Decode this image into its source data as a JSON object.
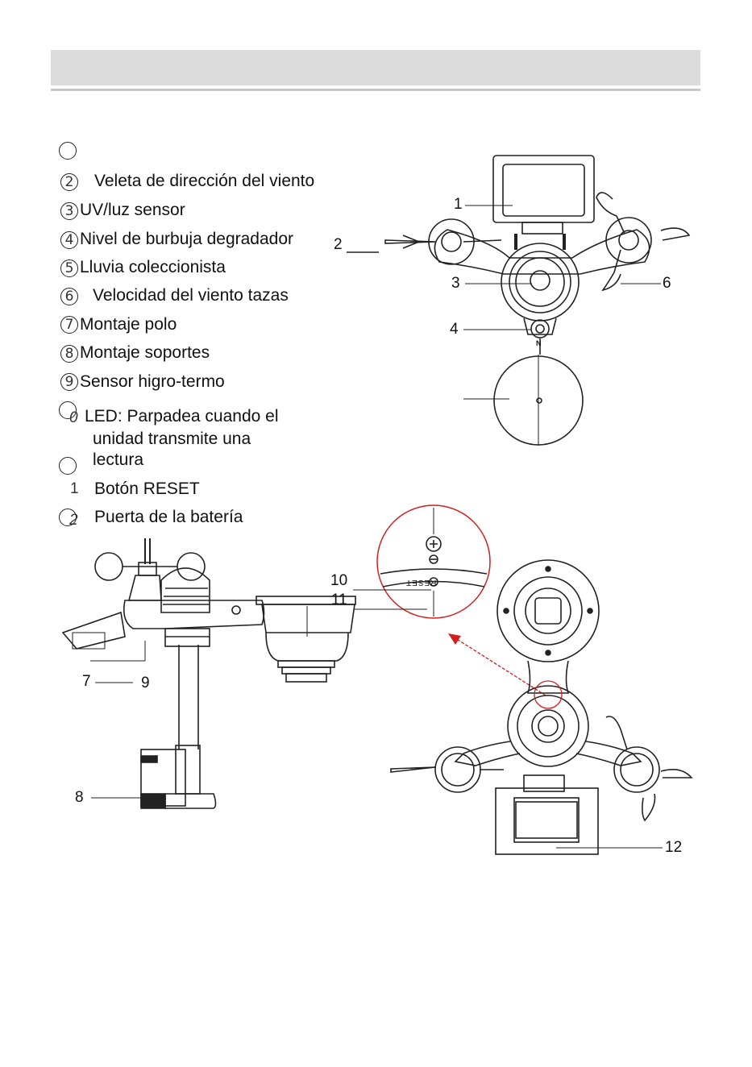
{
  "legend": {
    "items": [
      {
        "num": "",
        "label": ""
      },
      {
        "num": "2",
        "label": "Veleta de dirección del viento"
      },
      {
        "num": "3",
        "label": "UV/luz  sensor"
      },
      {
        "num": "4",
        "label": "Nivel de burbuja  degradador"
      },
      {
        "num": "5",
        "label": "Lluvia  coleccionista"
      },
      {
        "num": "6",
        "label": "Velocidad del viento tazas"
      },
      {
        "num": "7",
        "label": "Montaje  polo"
      },
      {
        "num": "8",
        "label": "Montaje  soportes"
      },
      {
        "num": "9",
        "label": "Sensor higro-termo"
      },
      {
        "num": "0",
        "label": "LED:  Parpadea cuando el"
      },
      {
        "num": "",
        "label": "unidad transmite una"
      },
      {
        "num": "",
        "label": "lectura"
      },
      {
        "num": "1",
        "label": "Botón RESET"
      },
      {
        "num": "2",
        "label": "Puerta de la batería"
      }
    ]
  },
  "callouts": {
    "top": [
      "1",
      "2",
      "3",
      "4",
      "6"
    ],
    "bottom": [
      "10",
      "11",
      "7",
      "9",
      "8",
      "12"
    ]
  },
  "diagram": {
    "reset_text": "RESET",
    "north_mark": "N"
  },
  "colors": {
    "header_bar": "#dcdcdc",
    "arrow": "#d02020",
    "line": "#222222"
  }
}
